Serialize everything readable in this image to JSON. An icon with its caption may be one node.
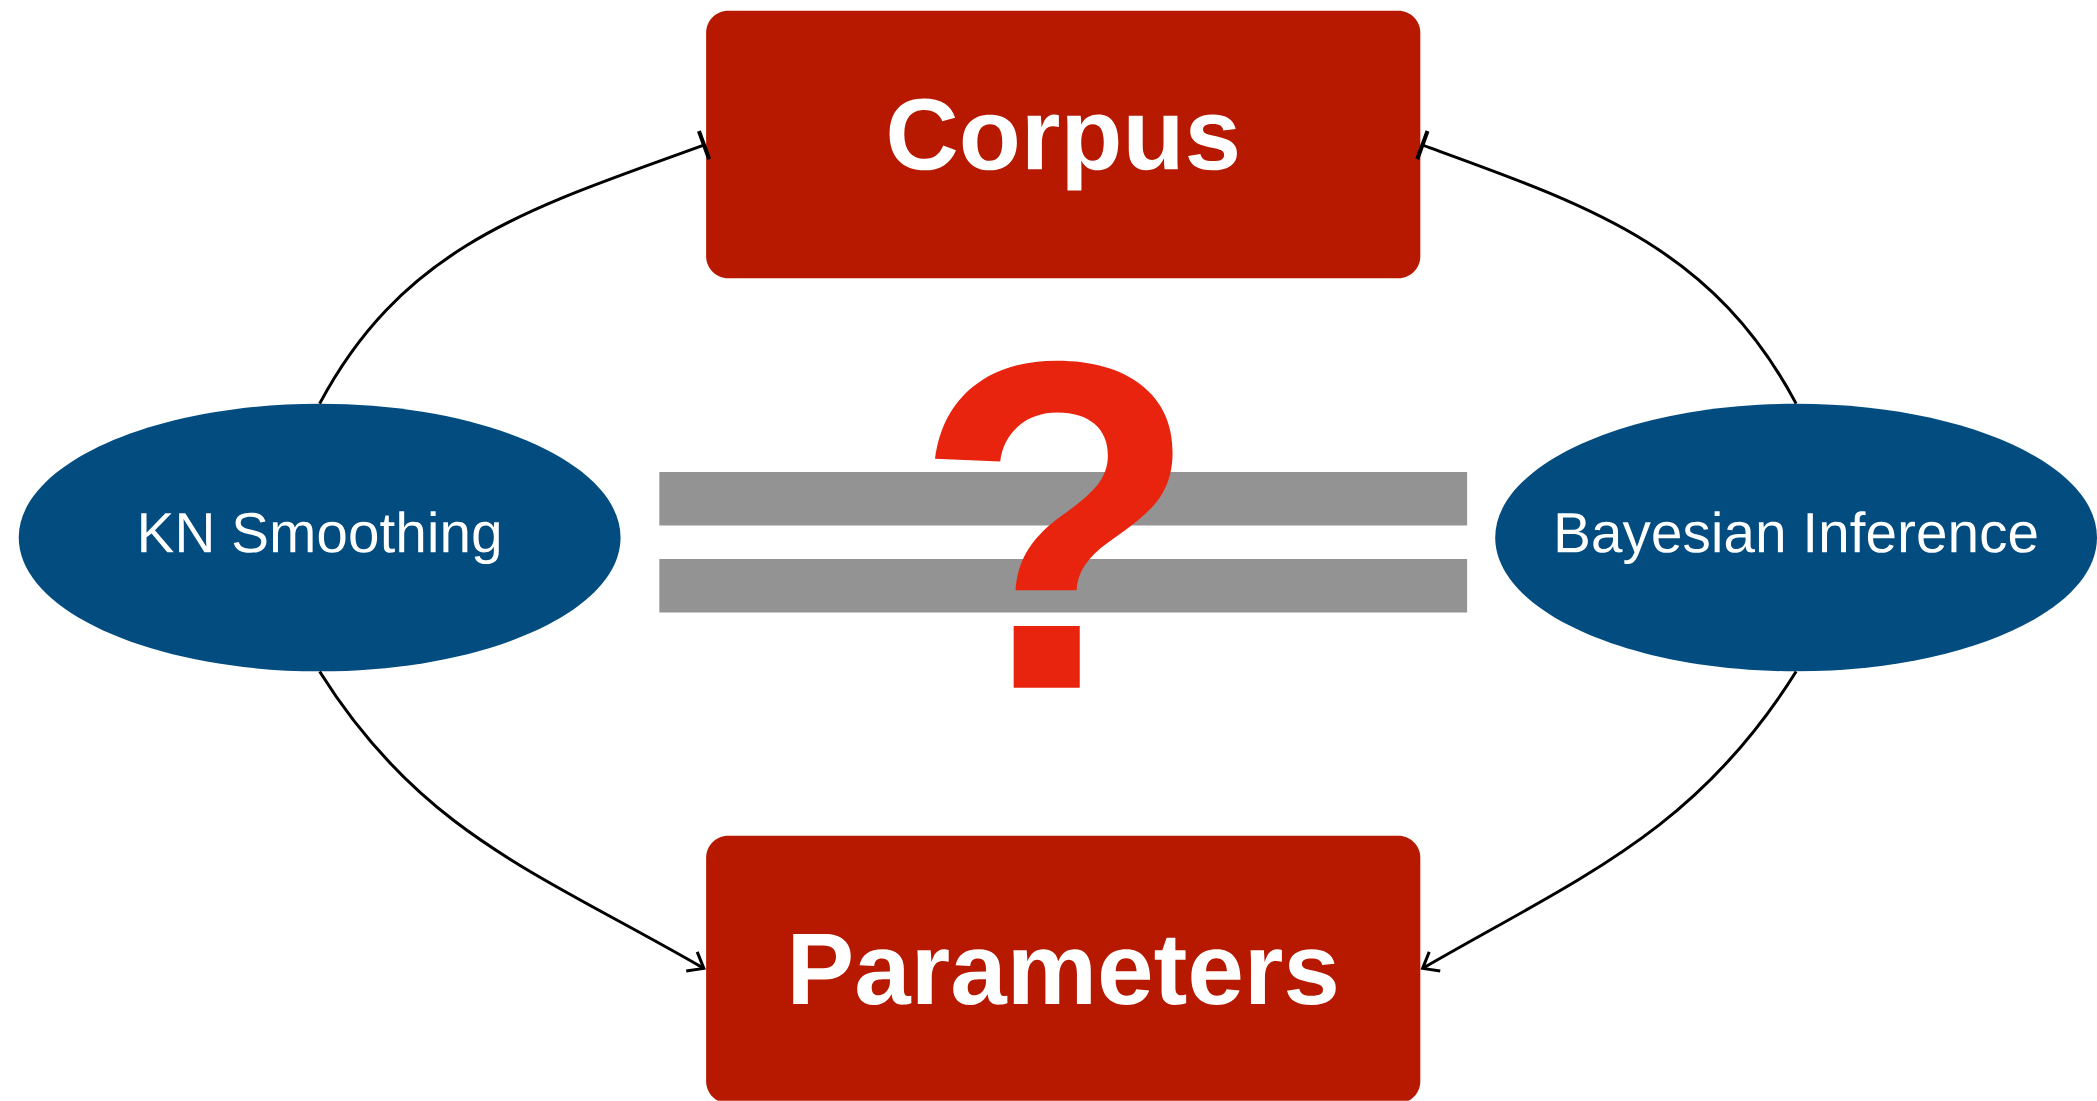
{
  "diagram": {
    "nodes": [
      {
        "text": [
          "Corpus"
        ]
      },
      {
        "text": [
          "Parameters"
        ]
      },
      {
        "text": [
          "KN Smoothing"
        ]
      },
      {
        "text": [
          "Bayesian Inference"
        ]
      }
    ],
    "edges": [
      {
        "from": 2,
        "to": 0,
        "arrow": "other"
      },
      {
        "from": 3,
        "to": 0,
        "arrow": "other"
      },
      {
        "from": 2,
        "to": 1,
        "arrow": "to"
      },
      {
        "from": 3,
        "to": 1,
        "arrow": "to"
      }
    ],
    "labels": [
      "?"
    ]
  }
}
